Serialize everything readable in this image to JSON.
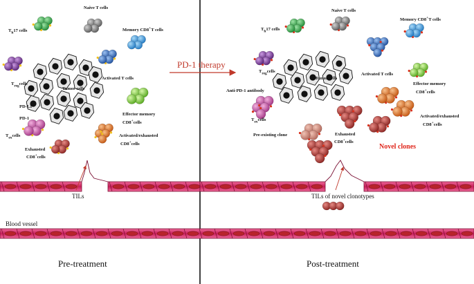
{
  "colors": {
    "divider": "#111111",
    "arrow": "#c0392b",
    "therapy_text": "#c0392b",
    "novel_text": "#e0261b",
    "vessel_wall": "#d62a6a",
    "vessel_cell": "#b22222",
    "th17": "#3fae49",
    "naive": "#8a8a8a",
    "memory_cd8": "#3f9ad8",
    "activated": "#3d6fc0",
    "effector_memory": "#7ccc3a",
    "activated_exhausted": "#e0741f",
    "treg": "#7b3c99",
    "tex": "#c24fa1",
    "exhausted": "#a23a36",
    "tumor": "#e7e7e7"
  },
  "therapy": {
    "label": "PD-1 therapy"
  },
  "panels": {
    "pre": {
      "title": "Pre-treatment",
      "tils": "TILs",
      "blood_vessel": "Blood vessel",
      "labels": {
        "th17": "T",
        "th17_sub": "h",
        "th17_rest": "17 cells",
        "naive": "Naive T cells",
        "memory": "Memory CD8",
        "memory_sup": "+",
        "memory_rest": "T cells",
        "treg": "T",
        "treg_sub": "reg",
        "treg_rest": "cells",
        "tumor": "Tumor  cells",
        "activated": "Activated T cells",
        "pdl1": "PD-L1",
        "pd1": "PD-1",
        "effector1": "Effector  memory",
        "effector2": "CD8",
        "effector2_sup": "+",
        "effector2_rest": "cells",
        "tex": "T",
        "tex_sub": "ex",
        "tex_rest": "cells",
        "exhausted1": "Exhausted",
        "exhausted2": "CD8",
        "exhausted2_sup": "+",
        "exhausted2_rest": "cells",
        "actex1": "Activated/exhausted",
        "actex2": "CD8",
        "actex2_sup": "+",
        "actex2_rest": "cells"
      }
    },
    "post": {
      "title": "Post-treatment",
      "tils": "TILs of novel clonotypes",
      "novel": "Novel clones",
      "labels": {
        "th17": "T",
        "th17_sub": "h",
        "th17_rest": "17 cells",
        "naive": "Naive T cells",
        "memory": "Memory CD8",
        "memory_sup": "+",
        "memory_rest": "T cells",
        "treg": "T",
        "treg_sub": "reg",
        "treg_rest": "cells",
        "tumor": "Tumor cells",
        "activated": "Activated T cells",
        "effector1": "Effector memory",
        "effector2": "CD8",
        "effector2_sup": "+",
        "effector2_rest": "cells",
        "antibody": "Anti-PD-1 antibody",
        "tex": "T",
        "tex_sub": "ex",
        "tex_rest": "cells",
        "preexisting": "Pre-existing clone",
        "exhausted1": "Exhausted",
        "exhausted2": "CD8",
        "exhausted2_sup": "+",
        "exhausted2_rest": "cells",
        "actex1": "Activated/exhausted",
        "actex2": "CD8",
        "actex2_sup": "+",
        "actex2_rest": "cells"
      }
    }
  }
}
